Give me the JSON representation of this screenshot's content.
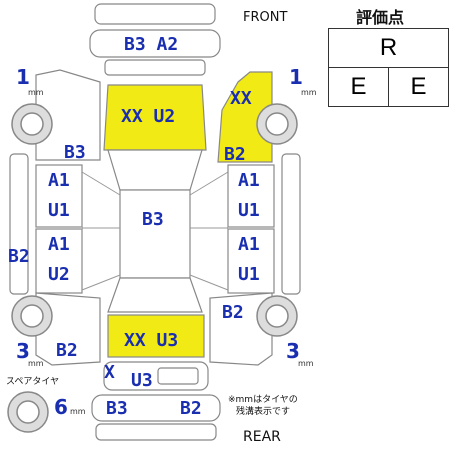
{
  "labels": {
    "front": "FRONT",
    "rear": "REAR",
    "spare_tire": "スペアタイヤ",
    "mm_note_line1": "※mmはタイヤの",
    "mm_note_line2": "残溝表示です",
    "mm_unit": "mm"
  },
  "grade": {
    "title": "評価点",
    "overall": "R",
    "interior": "E",
    "exterior": "E"
  },
  "tires": {
    "front_left": "1",
    "front_right": "1",
    "rear_left": "3",
    "rear_right": "3",
    "spare": "6"
  },
  "damage": {
    "front_bumper": "B3 A2",
    "hood": "XX  U2",
    "fender_right_xx": "XX",
    "fender_right_b2": "B2",
    "fender_left": "B3",
    "door_fl_1": "A1",
    "door_fl_2": "U1",
    "door_rl_1": "A1",
    "door_rl_2": "U2",
    "door_fr_1": "A1",
    "door_fr_2": "U1",
    "door_rr_1": "A1",
    "door_rr_2": "U1",
    "roof": "B3",
    "sill_left": "B2",
    "quarter_right": "B2",
    "quarter_left": "B2",
    "trunk": "XX  U3",
    "rear_x": "X",
    "rear_u3": "U3",
    "rear_bumper_left": "B3",
    "rear_bumper_right": "B2"
  }
}
